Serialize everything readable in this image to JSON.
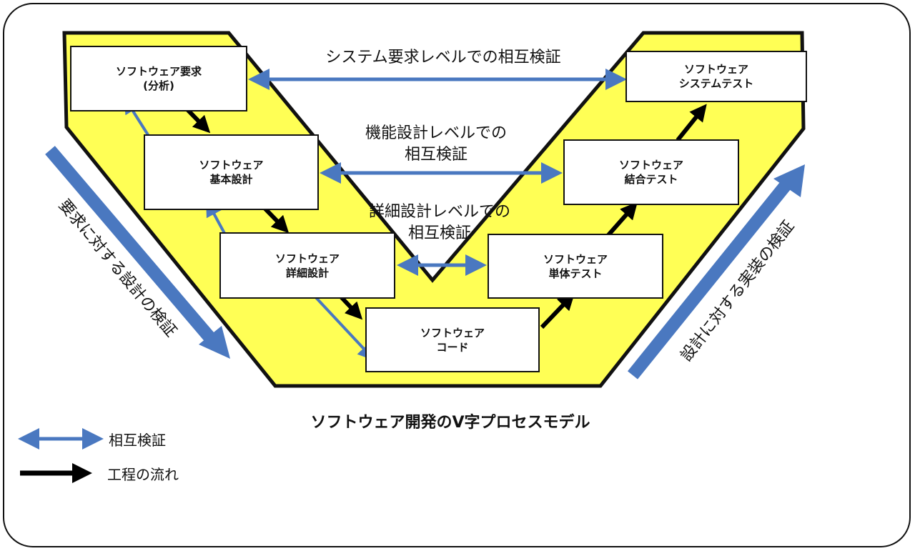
{
  "colors": {
    "yellow_fill": "#ffff55",
    "outline": "#111111",
    "mutual_arrow": "#4a78c0",
    "flow_arrow": "#000000",
    "box_fill": "#ffffff"
  },
  "boxes": {
    "requirements": {
      "line1": "ソフトウェア要求",
      "line2": "(分析)"
    },
    "basic_design": {
      "line1": "ソフトウェア",
      "line2": "基本設計"
    },
    "detailed_design": {
      "line1": "ソフトウェア",
      "line2": "詳細設計"
    },
    "code": {
      "line1": "ソフトウェア",
      "line2": "コード"
    },
    "unit_test": {
      "line1": "ソフトウェア",
      "line2": "単体テスト"
    },
    "integration_test": {
      "line1": "ソフトウェア",
      "line2": "結合テスト"
    },
    "system_test": {
      "line1": "ソフトウェア",
      "line2": "システムテスト"
    }
  },
  "levels": {
    "system": "システム要求レベルでの相互検証",
    "functional_line1": "機能設計レベルでの",
    "functional_line2": "相互検証",
    "detailed_line1": "詳細設計レベルでの",
    "detailed_line2": "相互検証"
  },
  "side_labels": {
    "left": "要求に対する設計の検証",
    "right": "設計に対する実装の検証"
  },
  "title": "ソフトウェア開発のV字プロセスモデル",
  "legend": {
    "mutual": "相互検証",
    "flow": "工程の流れ"
  }
}
